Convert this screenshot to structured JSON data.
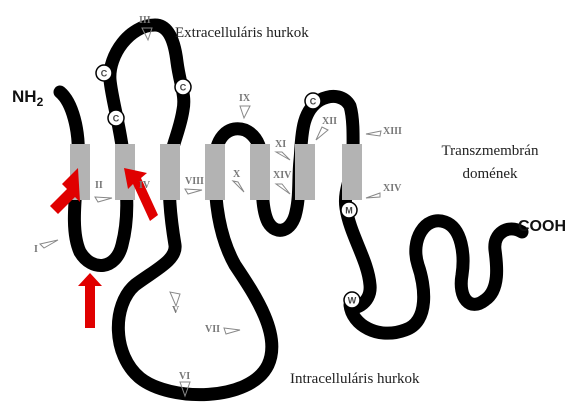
{
  "labels": {
    "extracellular": "Extracelluláris hurkok",
    "transmembrane_line1": "Transzmembrán",
    "transmembrane_line2": "domének",
    "intracellular": "Intracelluláris hurkok",
    "n_terminus": "NH",
    "n_terminus_subscript": "2",
    "c_terminus": "COOH"
  },
  "residues": [
    "C",
    "C",
    "C",
    "C",
    "M",
    "W"
  ],
  "roman_markers": [
    "I",
    "II",
    "III",
    "IV",
    "V",
    "VI",
    "VII",
    "VIII",
    "IX",
    "X",
    "XI",
    "XII",
    "XIII",
    "XIV",
    "XIV"
  ],
  "colors": {
    "chain": "#000000",
    "membrane_segment": "#b3b3b3",
    "arrow": "#e00000",
    "marker": "#888888"
  }
}
